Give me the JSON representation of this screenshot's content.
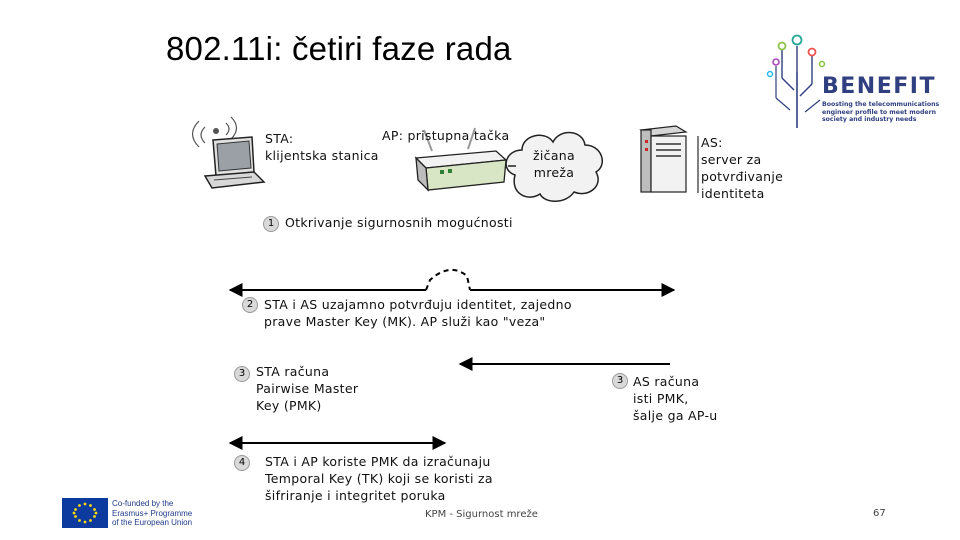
{
  "slide": {
    "title": "802.11i: četiri faze rada",
    "footer_center": "KPM - Sigurnost mreže",
    "page_number": "67"
  },
  "entities": {
    "sta": {
      "line1": "STA:",
      "line2": "klijentska stanica"
    },
    "ap": {
      "label": "AP: pristupna tačka"
    },
    "network": {
      "line1": "žičana",
      "line2": "mreža"
    },
    "as": {
      "line1": "AS:",
      "line2": "server za",
      "line3": "potvrđivanje",
      "line4": "identiteta"
    }
  },
  "phases": {
    "p1": {
      "num": "1",
      "text": "Otkrivanje sigurnosnih mogućnosti"
    },
    "p2": {
      "num": "2",
      "line1": "STA i AS uzajamno potvrđuju identitet, zajedno",
      "line2": "prave Master Key (MK). AP služi kao \"veza\""
    },
    "p3a": {
      "num": "3",
      "line1": "STA računa",
      "line2": "Pairwise Master",
      "line3": "Key (PMK)"
    },
    "p3b": {
      "num": "3",
      "line1": "AS računa",
      "line2": "isti PMK,",
      "line3": "šalje ga AP-u"
    },
    "p4": {
      "num": "4",
      "line1": "STA i AP koriste PMK da izračunaju",
      "line2": "Temporal Key (TK) koji se koristi za",
      "line3": "šifriranje i integritet poruka"
    }
  },
  "logos": {
    "benefit_word": "BENEFIT",
    "benefit_sub1": "Boosting the telecommunications",
    "benefit_sub2": "engineer profile to meet modern",
    "benefit_sub3": "society and industry needs",
    "eu_line1": "Co-funded by the",
    "eu_line2": "Erasmus+ Programme",
    "eu_line3": "of the European Union"
  },
  "colors": {
    "benefit_blue": "#2f3f80",
    "eu_blue": "#0d3a9e",
    "eu_star": "#ffdd00"
  }
}
